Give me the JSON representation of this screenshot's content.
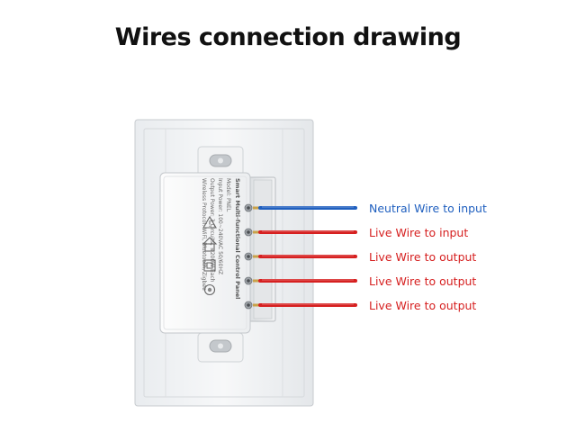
{
  "title": "Wires connection drawing",
  "module_label": {
    "heading": "Smart Multi-functional Control Panel",
    "lines": [
      "Model: PNEL",
      "Input Power: 100~240VAC 50/60HZ",
      "Output Power: 3 Circuits, ≤200W Each",
      "Wireless Protocol: WiFi, Bluetooth, Zigbee"
    ]
  },
  "wires": [
    {
      "label": "Neutral Wire to input",
      "type": "neutral",
      "color": "#1f5fbf"
    },
    {
      "label": "Live Wire to input",
      "type": "live",
      "color": "#d62020"
    },
    {
      "label": "Live Wire to output",
      "type": "live",
      "color": "#d62020"
    },
    {
      "label": "Live Wire to output",
      "type": "live",
      "color": "#d62020"
    },
    {
      "label": "Live Wire to output",
      "type": "live",
      "color": "#d62020"
    }
  ],
  "colors": {
    "neutral": "#1f5fbf",
    "live": "#d62020",
    "insulation_tip": "#c9a24a"
  }
}
